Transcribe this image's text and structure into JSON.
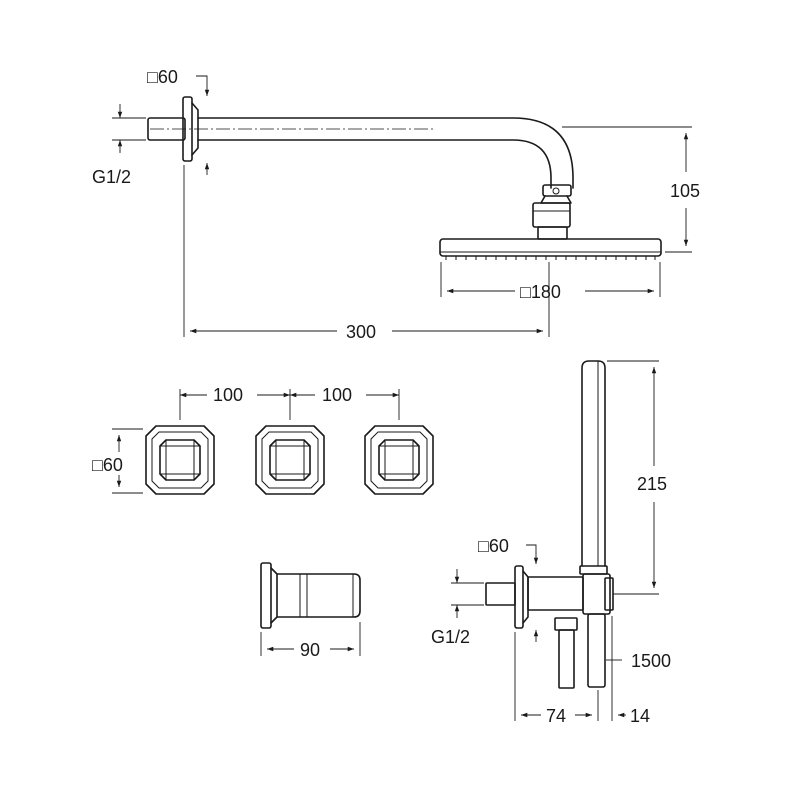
{
  "dimensions": {
    "arm_flange_square": "□60",
    "arm_thread": "G1/2",
    "head_height": "105",
    "head_square": "□180",
    "arm_length": "300",
    "spacing_1": "100",
    "spacing_2": "100",
    "valve_square": "□60",
    "handle_length": "215",
    "elbow_flange_square": "□60",
    "elbow_thread": "G1/2",
    "spout_length": "90",
    "hose_length": "1500",
    "elbow_depth": "74",
    "holder_width": "14"
  }
}
